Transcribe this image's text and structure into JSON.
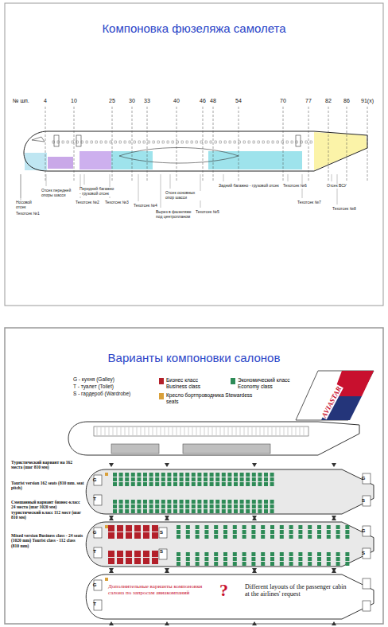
{
  "diagram": {
    "title": "Компоновка фюзеляжа самолета",
    "nodes": [
      {
        "text": [
          "G",
          "T",
          "G",
          "S"
        ]
      },
      {
        "text": [
          "G",
          "T",
          "S",
          "S",
          "G",
          "S"
        ]
      },
      {
        "text": [
          "G",
          "T",
          "Дополнительные варианты компоновки салона по запросам авиакомпаний",
          "?",
          "Different layouts of the passenger cabin at the airlines' request"
        ]
      }
    ],
    "labels": [
      "Варианты компоновки салонов",
      "№ шп.",
      "4",
      "10",
      "25",
      "30",
      "33",
      "40",
      "46",
      "48",
      "54",
      "70",
      "77",
      "82",
      "86",
      "91(x)",
      "Носовой отсек",
      "Техотсек №1",
      "Отсек передней опоры шасси",
      "Техотсек №2",
      "Передний багажно - грузовой отсек",
      "Техотсек №3",
      "Техотсек №4",
      "Вырез в фюзеляже под центропланом",
      "Отсек основных опор шасси",
      "Техотсек №5",
      "Задний багажно - грузовой отсек",
      "Техотсек №6",
      "Техотсек №7",
      "Отсек ВСУ",
      "Техотсек №8",
      "G - кухня (Galley)",
      "T - туалет (Toilet)",
      "S - гардероб (Wardrobe)",
      "AVIASTAR",
      "Туристический вариант на 162 места (шаг 810 мм)",
      "Tourist version 162 seats (810 mm. seat pitch)",
      "Смешанный вариант бизнес-класс 24 места (шаг 1020 мм) туристический класс 112 мест (шаг 810 мм)",
      "Mixed version Business class - 24 seats (1020 mm) Tourist class - 112 class (810 mm)"
    ],
    "legend": [
      {
        "text": "Бизнес класс Business class",
        "color": "#b3202a"
      },
      {
        "text": "Экономический класс Economy class",
        "color": "#2e8b57"
      },
      {
        "text": "Кресло бортпроводника Stewardess seats",
        "color": "#d9a03a"
      }
    ]
  }
}
